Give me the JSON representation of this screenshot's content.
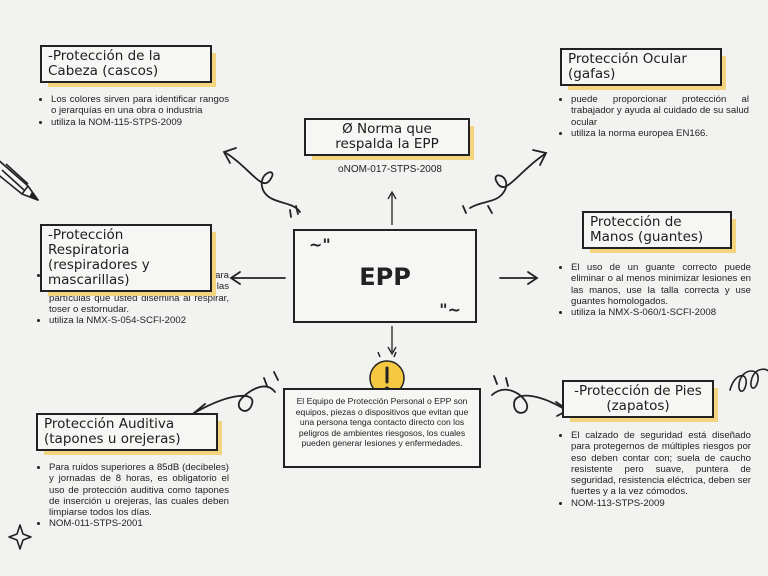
{
  "center": {
    "title": "EPP",
    "quote_open": "~\"",
    "quote_close": "\"~"
  },
  "norm": {
    "title": "Ø Norma que respalda la EPP",
    "value": "oNOM-017-STPS-2008"
  },
  "description": "El Equipo de Protección Personal o EPP son equipos, piezas o dispositivos que evitan que una persona tenga contacto directo con los peligros de ambientes riesgosos, los cuales pueden generar lesiones y enfermedades.",
  "sections": {
    "cabeza": {
      "title": "-Protección de la Cabeza (cascos)",
      "items": [
        "Los colores sirven para identificar rangos o jerarquías en una obra o industria",
        "utiliza la NOM-115-STPS-2009"
      ]
    },
    "ocular": {
      "title": "Protección Ocular (gafas)",
      "items": [
        " puede proporcionar protección al trabajador y ayuda al cuidado de su salud ocular",
        "utiliza la norma europea EN166."
      ]
    },
    "respiratoria": {
      "title": "-Protección Respiratoria (respiradores y mascarillas)",
      "items": [
        "Las mascarillas están hechas para contener las gotitas respiratorias y las partículas que usted disemina al respirar, toser o estornudar.",
        "utiliza la NMX-S-054-SCFI-2002"
      ]
    },
    "manos": {
      "title": "Protección de Manos (guantes)",
      "items": [
        "El uso de un guante correcto puede eliminar o al menos minimizar lesiones en las manos, use la talla correcta y use guantes homologados.",
        "utiliza la NMX-S-060/1-SCFI-2008"
      ]
    },
    "auditiva": {
      "title": "Protección Auditiva (tapones u orejeras)",
      "items": [
        "Para ruidos superiores a 85dB (decibeles) y jornadas de 8 horas, es obligatorio el uso de protección auditiva como tapones de inserción u orejeras, las cuales deben limpiarse todos los días.",
        "NOM-011-STPS-2001"
      ]
    },
    "pies": {
      "title": "-Protección de Pies (zapatos)",
      "items": [
        "El calzado de seguridad está diseñado para protegernos de múltiples riesgos por eso deben contar con; suela de caucho resistente pero suave, puntera de seguridad, resistencia eléctrica, deben ser fuertes y a la vez cómodos.",
        "NOM-113-STPS-2009"
      ]
    }
  },
  "decorations": [
    "pencil-icon",
    "lightbulb-icon",
    "sparkle-icon",
    "loop-icon"
  ],
  "colors": {
    "background": "#f2f2f1",
    "highlight": "#f3d580",
    "ink": "#222222",
    "bulb": "#f5c842"
  }
}
